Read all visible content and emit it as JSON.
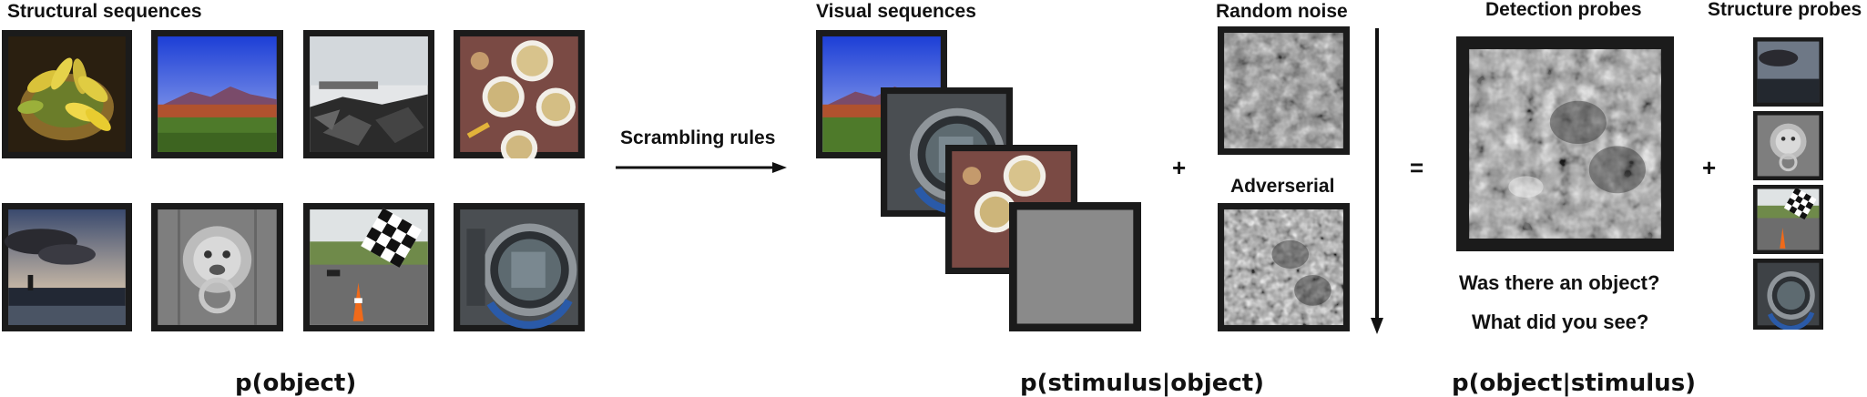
{
  "labels": {
    "structural_sequences": "Structural sequences",
    "scrambling_rules": "Scrambling rules",
    "visual_sequences": "Visual sequences",
    "random_noise": "Random noise",
    "adverserial": "Adverserial",
    "detection_probes": "Detection probes",
    "structure_probes": "Structure probes"
  },
  "operators": {
    "plus1": "+",
    "equals": "=",
    "plus2": "+"
  },
  "questions": {
    "q1": "Was there an object?",
    "q2": "What did you see?"
  },
  "formulas": {
    "prior": "p(object)",
    "likelihood": "p(stimulus|object)",
    "posterior": "p(object|stimulus)"
  },
  "images": [
    "bananas-photo",
    "volcano-landscape-photo",
    "rocky-coast-photo",
    "popcorn-bowls-photo",
    "smoke-sunset-photo",
    "lion-door-knocker-photo",
    "checkered-flag-race-photo",
    "porthole-photo"
  ]
}
